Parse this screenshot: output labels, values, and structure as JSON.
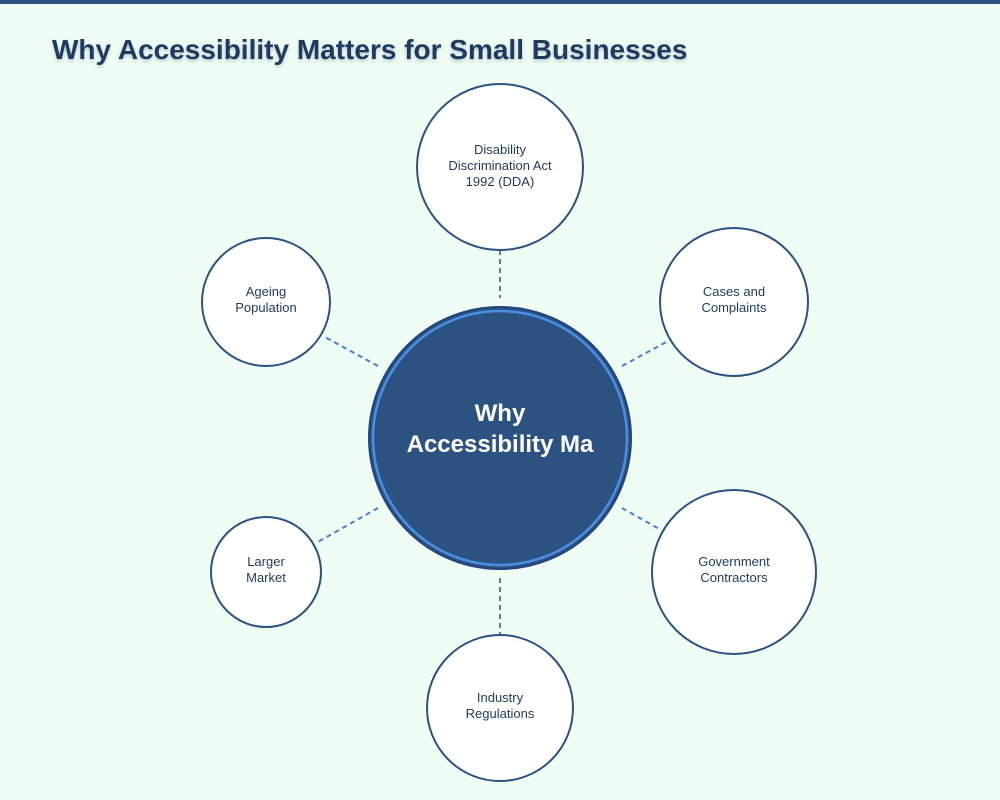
{
  "title": "Why Accessibility Matters for Small Businesses",
  "colors": {
    "background": "#effcf4",
    "top_bar": "#2c5282",
    "center_fill": "#2c5282",
    "center_ring": "#4a90e2",
    "node_stroke": "#2c5282",
    "node_fill": "#ffffff",
    "connector": "#4a7fd0",
    "text_dark": "#1e3a5f"
  },
  "center": {
    "line1": "Why",
    "line2": "Accessibility Ma"
  },
  "nodes": [
    {
      "id": "dda",
      "lines": [
        "Disability",
        "Discrimination Act",
        "1992 (DDA)"
      ]
    },
    {
      "id": "cases",
      "lines": [
        "Cases and",
        "Complaints"
      ]
    },
    {
      "id": "government",
      "lines": [
        "Government",
        "Contractors"
      ]
    },
    {
      "id": "industry",
      "lines": [
        "Industry",
        "Regulations"
      ]
    },
    {
      "id": "market",
      "lines": [
        "Larger",
        "Market"
      ]
    },
    {
      "id": "ageing",
      "lines": [
        "Ageing",
        "Population"
      ]
    }
  ]
}
